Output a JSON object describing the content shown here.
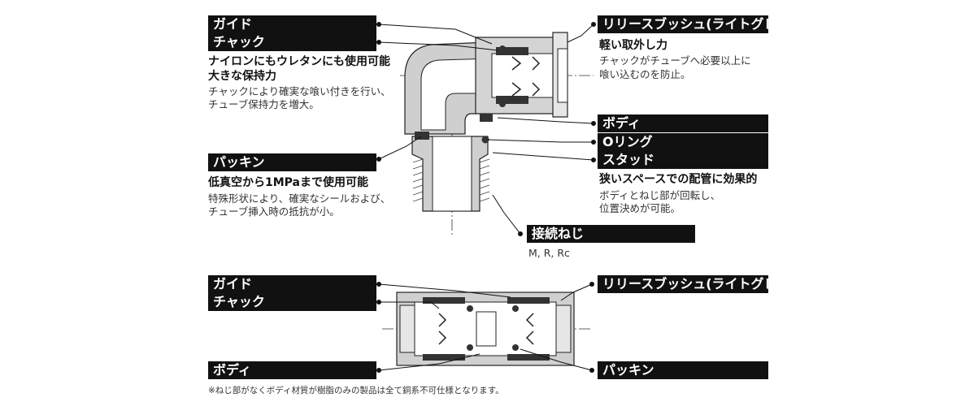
{
  "top": {
    "guide": "ガイド",
    "chuck": "チャック",
    "chuck_head1": "ナイロンにもウレタンにも使用可能",
    "chuck_head2": "大きな保持力",
    "chuck_desc1": "チャックにより確実な喰い付きを行い、",
    "chuck_desc2": "チューブ保持力を増大。",
    "packing": "パッキン",
    "packing_head": "低真空から1MPaまで使用可能",
    "packing_desc1": "特殊形状により、確実なシールおよび、",
    "packing_desc2": "チューブ挿入時の抵抗が小。",
    "release": "リリースブッシュ(ライトグレー)",
    "release_head": "軽い取外し力",
    "release_desc1": "チャックがチューブへ必要以上に",
    "release_desc2": "喰い込むのを防止。",
    "body": "ボディ",
    "oring": "Oリング",
    "stud": "スタッド",
    "stud_head": "狭いスペースでの配管に効果的",
    "stud_desc1": "ボディとねじ部が回転し、",
    "stud_desc2": "位置決めが可能。",
    "thread": "接続ねじ",
    "thread_desc": "M, R, Rc"
  },
  "bottom": {
    "guide": "ガイド",
    "chuck": "チャック",
    "body": "ボディ",
    "release": "リリースブッシュ(ライトグレー)",
    "packing": "パッキン"
  },
  "footnote": "※ねじ部がなくボディ材質が樹脂のみの製品は全て銅系不可仕様となります。"
}
